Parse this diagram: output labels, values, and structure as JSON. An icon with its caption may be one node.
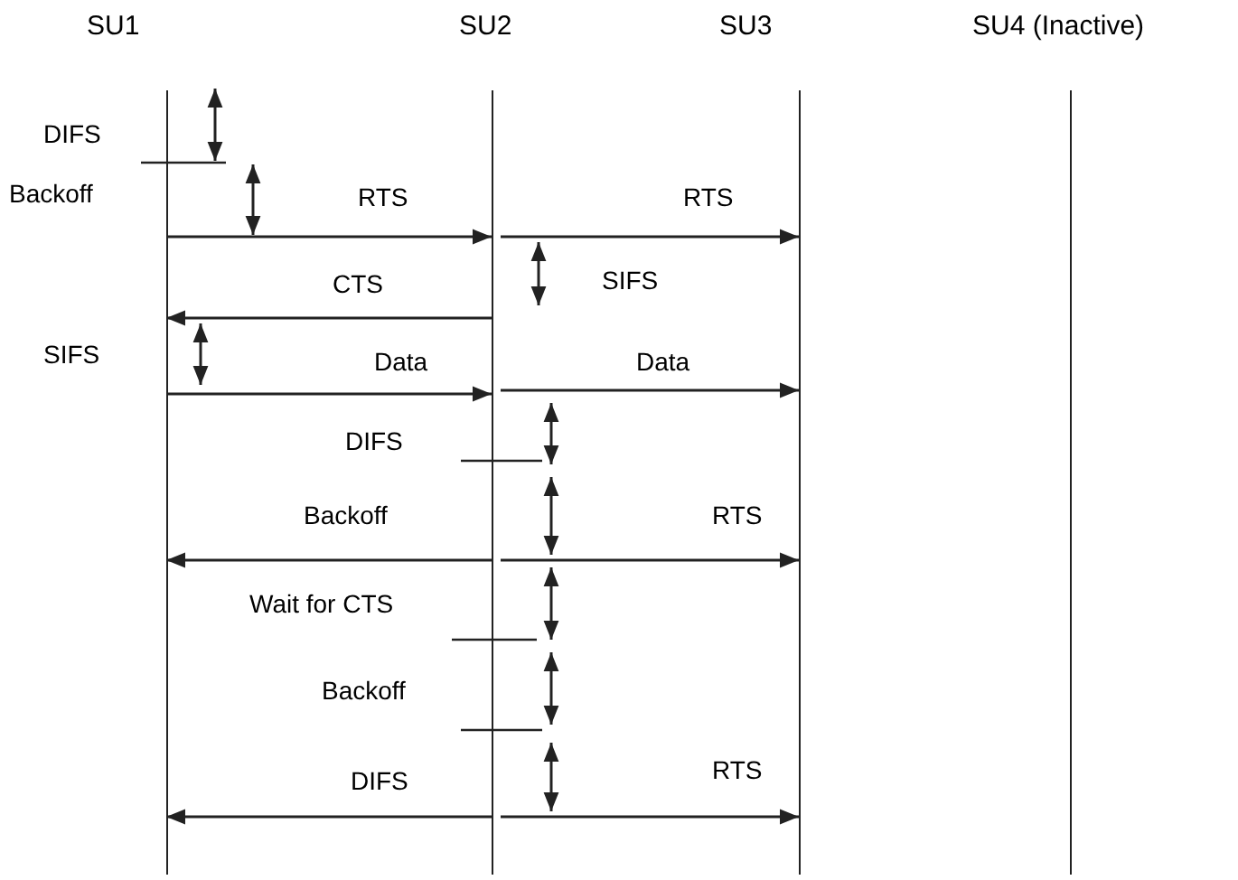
{
  "diagram": {
    "nodes": [
      {
        "text": [
          "SU1"
        ]
      },
      {
        "text": [
          "SU2"
        ]
      },
      {
        "text": [
          "SU3"
        ]
      },
      {
        "text": [
          "SU4 (Inactive)"
        ]
      }
    ],
    "edges": [
      {
        "from": 0,
        "to": 1,
        "arrow": "to",
        "label": "RTS"
      },
      {
        "from": 1,
        "to": 2,
        "arrow": "to",
        "label": "RTS"
      },
      {
        "from": 1,
        "to": 0,
        "arrow": "to",
        "label": "CTS"
      },
      {
        "from": 0,
        "to": 1,
        "arrow": "to",
        "label": "Data"
      },
      {
        "from": 1,
        "to": 2,
        "arrow": "to",
        "label": "Data"
      },
      {
        "from": 1,
        "to": 0,
        "arrow": "to"
      },
      {
        "from": 1,
        "to": 2,
        "arrow": "to",
        "label": "RTS"
      },
      {
        "from": 1,
        "to": 0,
        "arrow": "to"
      },
      {
        "from": 1,
        "to": 2,
        "arrow": "to",
        "label": "RTS"
      }
    ],
    "labels": [
      "DIFS",
      "Backoff",
      "SIFS",
      "SIFS",
      "DIFS",
      "Backoff",
      "Wait for CTS",
      "Backoff",
      "DIFS"
    ]
  }
}
